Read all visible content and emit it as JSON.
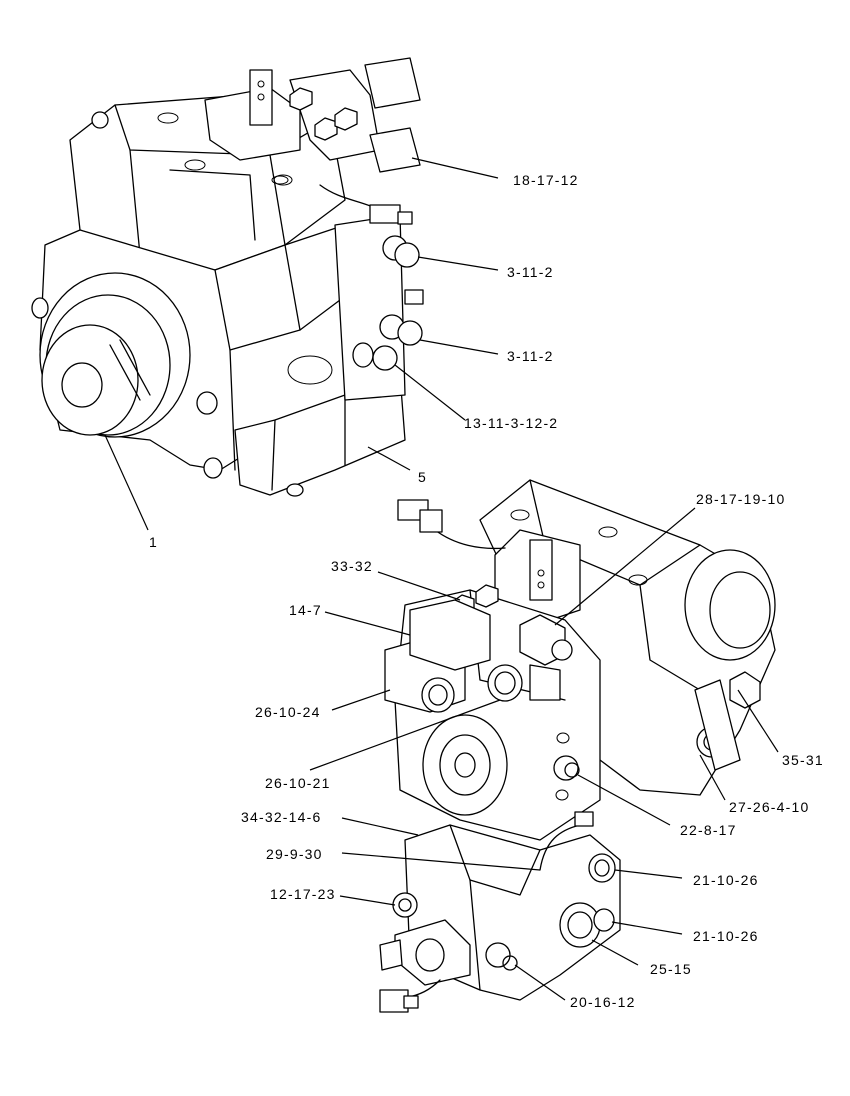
{
  "callouts": [
    {
      "id": "c1",
      "text": "18-17-12"
    },
    {
      "id": "c2",
      "text": "3-11-2"
    },
    {
      "id": "c3",
      "text": "3-11-2"
    },
    {
      "id": "c4",
      "text": "13-11-3-12-2"
    },
    {
      "id": "c5",
      "text": "5"
    },
    {
      "id": "c6",
      "text": "1"
    },
    {
      "id": "c7",
      "text": "28-17-19-10"
    },
    {
      "id": "c8",
      "text": "33-32"
    },
    {
      "id": "c9",
      "text": "14-7"
    },
    {
      "id": "c10",
      "text": "26-10-24"
    },
    {
      "id": "c11",
      "text": "26-10-21"
    },
    {
      "id": "c12",
      "text": "35-31"
    },
    {
      "id": "c13",
      "text": "27-26-4-10"
    },
    {
      "id": "c14",
      "text": "22-8-17"
    },
    {
      "id": "c15",
      "text": "34-32-14-6"
    },
    {
      "id": "c16",
      "text": "29-9-30"
    },
    {
      "id": "c17",
      "text": "21-10-26"
    },
    {
      "id": "c18",
      "text": "12-17-23"
    },
    {
      "id": "c19",
      "text": "21-10-26"
    },
    {
      "id": "c20",
      "text": "25-15"
    },
    {
      "id": "c21",
      "text": "20-16-12"
    }
  ]
}
